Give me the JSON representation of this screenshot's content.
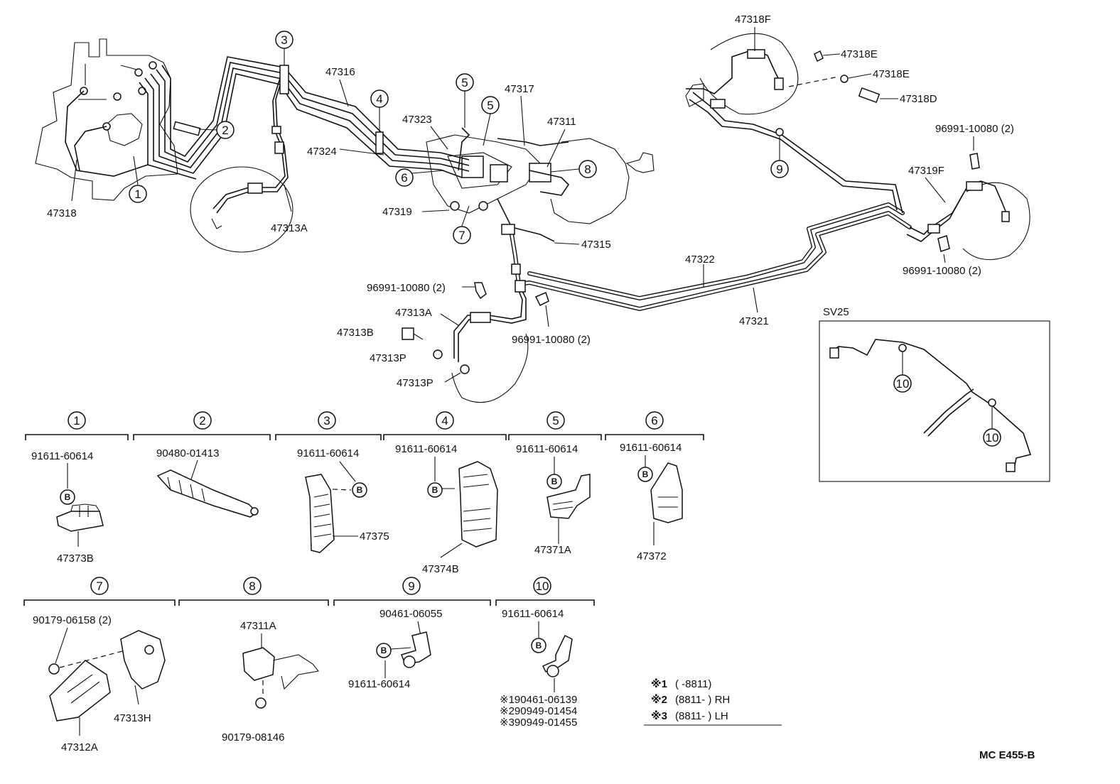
{
  "callouts": {
    "c1": "1",
    "c2": "2",
    "c3": "3",
    "c4": "4",
    "c5a": "5",
    "c5b": "5",
    "c6": "6",
    "c7": "7",
    "c8": "8",
    "c9": "9",
    "c10a": "10",
    "c10b": "10"
  },
  "labels": {
    "p47318": "47318",
    "p47313A_left": "47313A",
    "p47316": "47316",
    "p47324": "47324",
    "p47323": "47323",
    "p47317": "47317",
    "p47311": "47311",
    "p47319": "47319",
    "p47315": "47315",
    "p47318F": "47318F",
    "p47318E_1": "47318E",
    "p47318E_2": "47318E",
    "p47318D": "47318D",
    "p96991_tr": "96991-10080 (2)",
    "p47319F": "47319F",
    "p96991_br": "96991-10080 (2)",
    "p47322": "47322",
    "p47321": "47321",
    "p96991_mid_l": "96991-10080 (2)",
    "p96991_mid_r": "96991-10080 (2)",
    "p47313A_mid": "47313A",
    "p47313B": "47313B",
    "p47313P_1": "47313P",
    "p47313P_2": "47313P",
    "sv25": "SV25"
  },
  "detail_row1": [
    {
      "num": "1",
      "bolt": "91611-60614",
      "bubble": "B",
      "part": "47373B"
    },
    {
      "num": "2",
      "bolt": "90480-01413",
      "part": ""
    },
    {
      "num": "3",
      "bolt": "91611-60614",
      "bubble": "B",
      "part": "47375"
    },
    {
      "num": "4",
      "bolt": "91611-60614",
      "bubble": "B",
      "part": "47374B"
    },
    {
      "num": "5",
      "bolt": "91611-60614",
      "bubble": "B",
      "part": "47371A"
    },
    {
      "num": "6",
      "bolt": "91611-60614",
      "bubble": "B",
      "part": "47372"
    }
  ],
  "detail_row2": [
    {
      "num": "7",
      "part_a": "90179-06158 (2)",
      "part_b": "47313H",
      "part_c": "47312A"
    },
    {
      "num": "8",
      "part_a": "47311A",
      "part_b": "90179-08146"
    },
    {
      "num": "9",
      "part_a": "90461-06055",
      "bubble": "B",
      "part_b": "91611-60614"
    },
    {
      "num": "10",
      "part_a": "91611-60614",
      "bubble": "B"
    }
  ],
  "notes10": [
    {
      "mark": "※1",
      "text": "90461-06139"
    },
    {
      "mark": "※2",
      "text": "90949-01454"
    },
    {
      "mark": "※3",
      "text": "90949-01455"
    }
  ],
  "legend": [
    {
      "mark": "※1",
      "text": "(       -8811)"
    },
    {
      "mark": "※2",
      "text": "(8811-        ) RH"
    },
    {
      "mark": "※3",
      "text": "(8811-        ) LH"
    }
  ],
  "footer_code": "MC E455-B"
}
